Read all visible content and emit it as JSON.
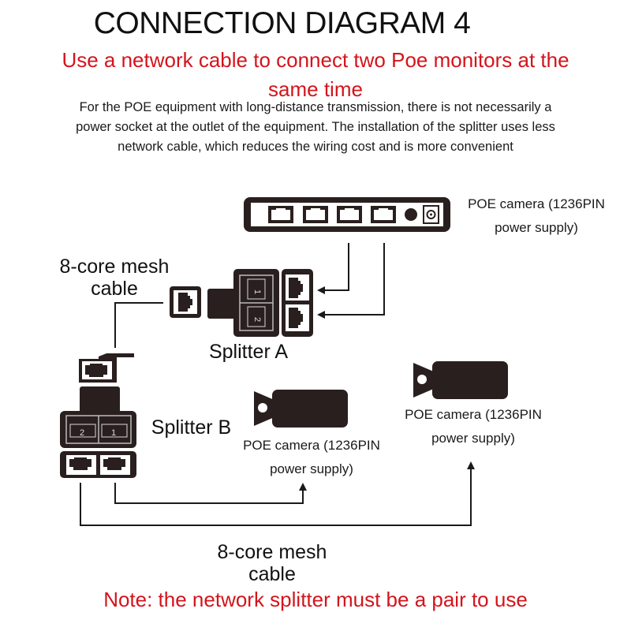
{
  "header": {
    "title": "CONNECTION DIAGRAM 4",
    "subtitle_line1": "Use a network cable to connect two Poe monitors at the",
    "subtitle_line2": "same time",
    "description_line1": "For the POE equipment with long-distance transmission, there is not necessarily a",
    "description_line2": "power socket at the outlet of the equipment. The installation of the splitter uses less",
    "description_line3": "network cable, which reduces the wiring cost and is more convenient"
  },
  "diagram": {
    "switch": {
      "label_line1": "POE camera (1236PIN",
      "label_line2": "power supply)",
      "port_count": 4
    },
    "cable_top": {
      "label_line1": "8-core mesh",
      "label_line2": "cable"
    },
    "splitter_a": {
      "label": "Splitter A",
      "port_numbers": [
        "1",
        "2"
      ]
    },
    "splitter_b": {
      "label": "Splitter B",
      "port_numbers": [
        "2",
        "1"
      ]
    },
    "camera_1": {
      "label_line1": "POE camera (1236PIN",
      "label_line2": "power supply)"
    },
    "camera_2": {
      "label_line1": "POE camera (1236PIN",
      "label_line2": "power supply)"
    },
    "cable_bottom": {
      "label_line1": "8-core mesh",
      "label_line2": "cable"
    }
  },
  "footer": {
    "note": "Note: the network splitter must be a pair to use"
  },
  "colors": {
    "accent_red": "#d4141c",
    "device_dark": "#2a1f1f",
    "text_dark": "#111111"
  }
}
